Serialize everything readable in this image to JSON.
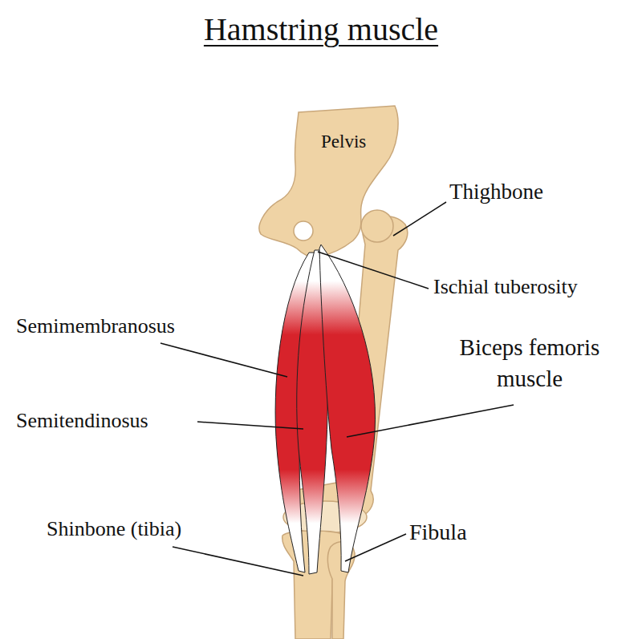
{
  "diagram": {
    "title": "Hamstring muscle",
    "labels": [
      "Pelvis",
      "Thighbone",
      "Ischial tuberosity",
      "Semimembranosus",
      "Biceps femoris muscle",
      "Semitendinosus",
      "Shinbone (tibia)",
      "Fibula"
    ]
  }
}
